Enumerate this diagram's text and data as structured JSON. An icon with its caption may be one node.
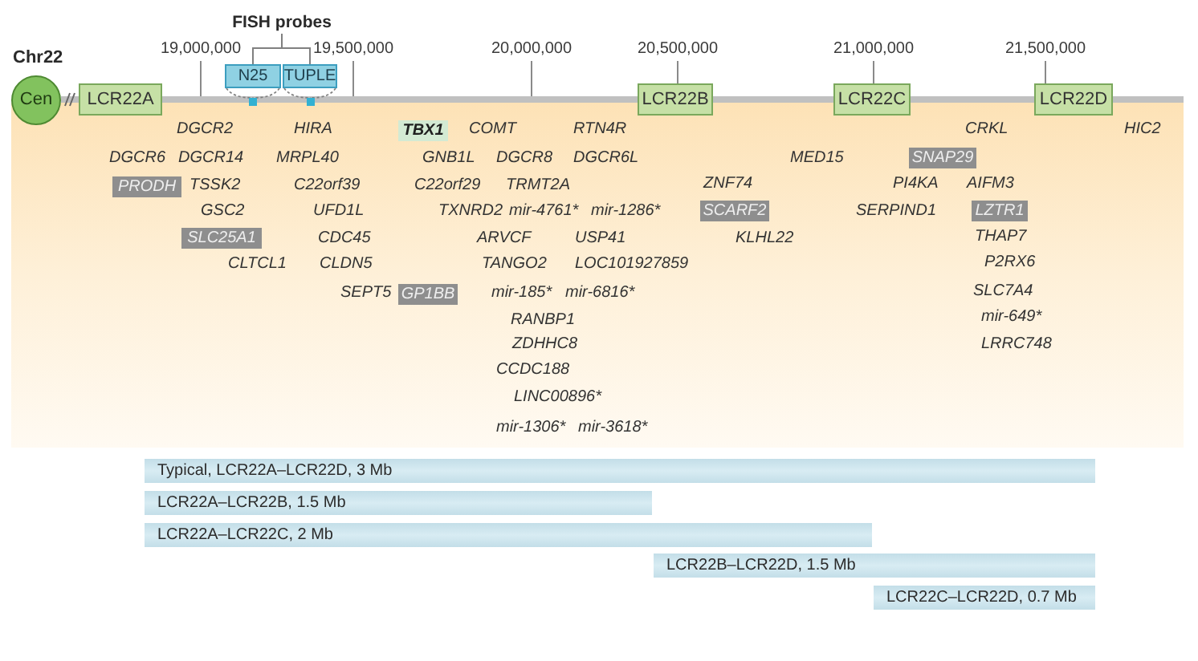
{
  "diagram": {
    "nodes": [
      {
        "text": [
          "FISH probes"
        ]
      },
      {
        "text": [
          "N25"
        ]
      },
      {
        "text": [
          "TUPLE"
        ]
      },
      {
        "text": [
          "Cen"
        ]
      },
      {
        "text": [
          "LCR22A"
        ]
      },
      {
        "text": [],
        "shape": "box"
      },
      {
        "text": [],
        "shape": "box"
      },
      {
        "text": [
          "LCR22B"
        ]
      },
      {
        "text": [
          "LCR22C"
        ]
      },
      {
        "text": [
          "LCR22D"
        ]
      },
      {
        "text": [
          "TBX1"
        ]
      },
      {
        "text": [
          "SNAP29"
        ]
      },
      {
        "text": [
          "PRODH"
        ]
      },
      {
        "text": [
          "SCARF2"
        ]
      },
      {
        "text": [
          "LZTR1"
        ]
      },
      {
        "text": [
          "SLC25A1"
        ]
      },
      {
        "text": [
          "GP1BB"
        ]
      },
      {
        "text": [
          "Typical, LCR22A–LCR22D, 3 Mb"
        ]
      },
      {
        "text": [
          "LCR22A–LCR22B, 1.5 Mb"
        ]
      },
      {
        "text": [
          "LCR22A–LCR22C, 2 Mb"
        ]
      },
      {
        "text": [
          "LCR22B–LCR22D, 1.5 Mb"
        ]
      },
      {
        "text": [
          "LCR22C–LCR22D, 0.7 Mb"
        ]
      }
    ],
    "edges": [
      {
        "from": 3,
        "to": 4,
        "arrow": "none"
      },
      {
        "from": 4,
        "to": 7,
        "arrow": "none"
      },
      {
        "from": 7,
        "to": 8,
        "arrow": "none"
      },
      {
        "from": 8,
        "to": 9,
        "arrow": "none"
      },
      {
        "from": 9,
        "to": null,
        "arrow": "none"
      },
      {
        "from": 1,
        "to": 5,
        "arrow": "none",
        "style": "dashed",
        "color": "#808080"
      },
      {
        "from": 2,
        "to": 6,
        "arrow": "none",
        "style": "dashed",
        "color": "#808080"
      },
      {
        "from": 0,
        "to": 1,
        "arrow": "none",
        "color": "#808080"
      },
      {
        "from": 0,
        "to": 2,
        "arrow": "none",
        "color": "#808080"
      }
    ],
    "labels": [
      "Chr22",
      "19,000,000",
      "19,500,000",
      "20,000,000",
      "20,500,000",
      "21,000,000",
      "21,500,000",
      "DGCR2",
      "HIRA",
      "COMT",
      "RTN4R",
      "CRKL",
      "HIC2",
      "DGCR6",
      "DGCR14",
      "MRPL40",
      "GNB1L",
      "DGCR8",
      "DGCR6L",
      "MED15",
      "TSSK2",
      "C22orf39",
      "C22orf29",
      "TRMT2A",
      "ZNF74",
      "PI4KA",
      "AIFM3",
      "GSC2",
      "UFD1L",
      "TXNRD2",
      "mir-4761*",
      "mir-1286*",
      "SERPIND1",
      "CDC45",
      "ARVCF",
      "USP41",
      "KLHL22",
      "THAP7",
      "CLTCL1",
      "CLDN5",
      "TANGO2",
      "LOC101927859",
      "P2RX6",
      "SEPT5",
      "mir-185*",
      "mir-6816*",
      "SLC7A4",
      "RANBP1",
      "mir-649*",
      "ZDHHC8",
      "LRRC748",
      "CCDC188",
      "LINC00896*",
      "mir-1306*",
      "mir-3618*"
    ]
  }
}
